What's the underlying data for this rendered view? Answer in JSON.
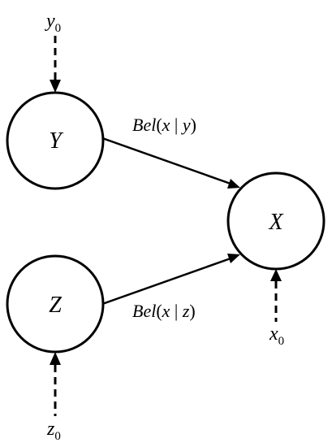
{
  "nodes": {
    "y": {
      "label": "Y"
    },
    "z": {
      "label": "Z"
    },
    "x": {
      "label": "X"
    }
  },
  "edges": {
    "y_to_x": {
      "label": {
        "prefix": "Bel",
        "open": "(",
        "var": "x",
        "bar": " | ",
        "cond": "y",
        "close": ")"
      }
    },
    "z_to_x": {
      "label": {
        "prefix": "Bel",
        "open": "(",
        "var": "x",
        "bar": " | ",
        "cond": "z",
        "close": ")"
      }
    }
  },
  "evidence": {
    "y0": {
      "base": "y",
      "sub": "0"
    },
    "z0": {
      "base": "z",
      "sub": "0"
    },
    "x0": {
      "base": "x",
      "sub": "0"
    }
  }
}
